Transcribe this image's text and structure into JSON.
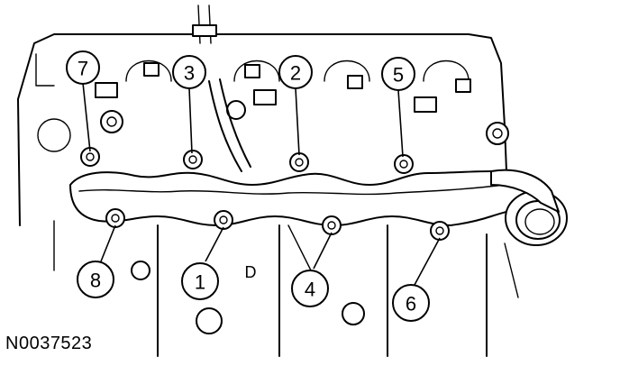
{
  "figure_id": "N0037523",
  "callouts": [
    "7",
    "3",
    "2",
    "5",
    "8",
    "1",
    "4",
    "6"
  ],
  "engine_letter": "D"
}
